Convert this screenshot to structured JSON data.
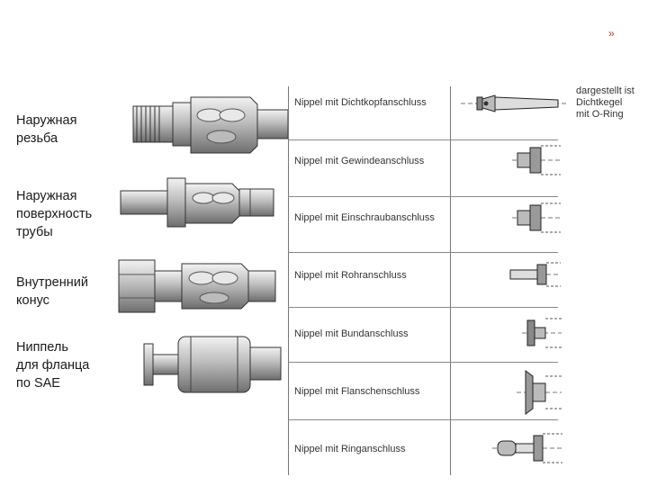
{
  "corner_mark": "»",
  "left_labels": [
    "Наружная\nрезьба",
    "Наружная\nповерхность\nтрубы",
    "Внутренний\nконус",
    "Ниппель\nдля фланца\nпо SAE"
  ],
  "nipples": [
    "Nippel mit Dichtkopfanschluss",
    "Nippel mit Gewindeanschluss",
    "Nippel mit Einschraubanschluss",
    "Nippel mit Rohranschluss",
    "Nippel mit Bundanschluss",
    "Nippel mit Flanschenschluss",
    "Nippel mit Ringanschluss"
  ],
  "note": "dargestellt ist\nDichtkegel\nmit O-Ring"
}
